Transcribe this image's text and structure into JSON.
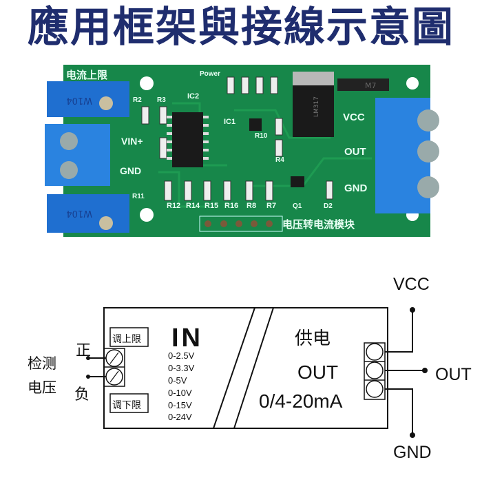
{
  "title": "應用框架與接線示意圖",
  "pcb": {
    "labels": {
      "current_upper": "电流上限",
      "power": "Power",
      "ic2": "IC2",
      "ic1": "IC1",
      "vin_plus": "VIN+",
      "gnd_left": "GND",
      "vcc": "VCC",
      "out": "OUT",
      "gnd_right": "GND",
      "module_name": "电压转电流模块",
      "pot_code": "W104",
      "regulator": "LM317",
      "diode": "M7",
      "r2": "R2",
      "r3": "R3",
      "r4": "R4",
      "r10": "R10",
      "r11": "R11",
      "bottom_resistors": [
        "R12",
        "R14",
        "R15",
        "R16",
        "R8",
        "R7"
      ],
      "q1": "Q1",
      "d2": "D2"
    },
    "colors": {
      "board": "#17874a",
      "terminal": "#1f6fd0",
      "silk": "#e8fff4"
    }
  },
  "diagram": {
    "adjust_upper": "调上限",
    "adjust_lower": "调下限",
    "in_label": "IN",
    "ranges": [
      "0-2.5V",
      "0-3.3V",
      "0-5V",
      "0-10V",
      "0-15V",
      "0-24V"
    ],
    "power_label": "供电",
    "out_label": "OUT",
    "out_range": "0/4-20mA",
    "positive": "正",
    "negative": "负",
    "detect_voltage_1": "检测",
    "detect_voltage_2": "电压",
    "vcc": "VCC",
    "out": "OUT",
    "gnd": "GND"
  }
}
